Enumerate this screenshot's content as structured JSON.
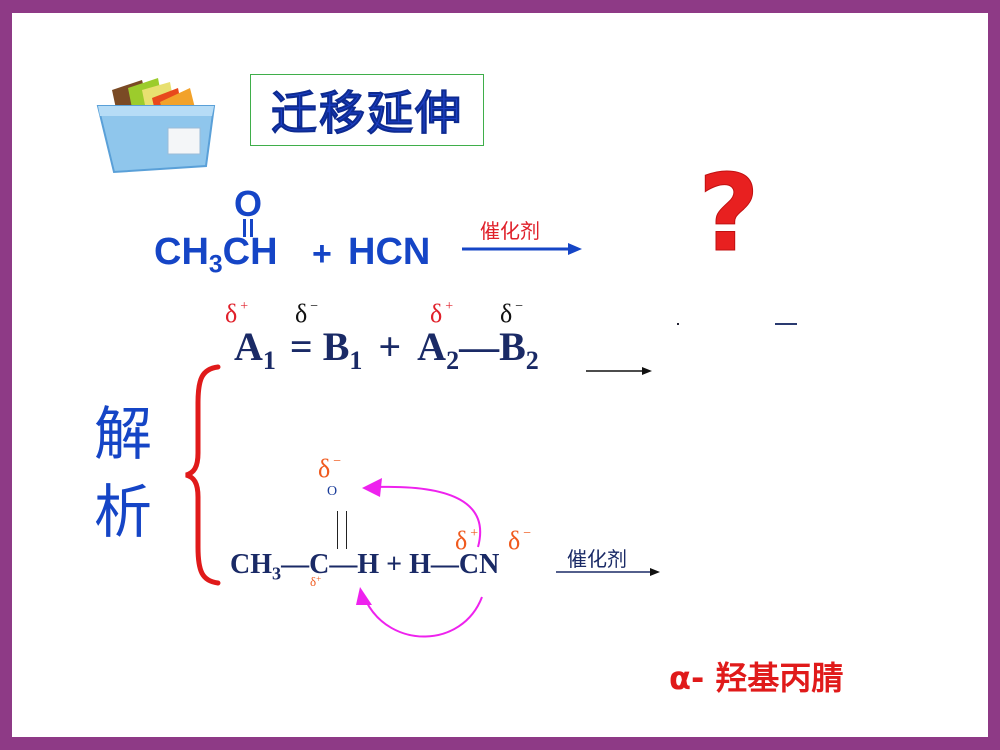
{
  "slide": {
    "title": "迁移延伸",
    "border_color": "#8e3a86",
    "icon": "file-box-icon"
  },
  "example_reaction": {
    "reactant1_prefix": "CH",
    "reactant1_sub": "3",
    "reactant1_suffix": "CH",
    "carbonyl_oxygen": "O",
    "plus": "+",
    "reactant2": "HCN",
    "catalyst": "催化剂",
    "product": "?"
  },
  "general_reaction": {
    "delta_plus": "δ",
    "delta_minus": "δ",
    "plus_sign": "+",
    "minus_sign": "−",
    "a1": "A",
    "a1_sub": "1",
    "double_bond": "=",
    "b1": "B",
    "b1_sub": "1",
    "plus": "+",
    "a2": "A",
    "a2_sub": "2",
    "single_bond": "—",
    "b2": "B",
    "b2_sub": "2"
  },
  "analysis": {
    "label_line1": "解",
    "label_line2": "析",
    "oxygen": "O",
    "ch3": "CH",
    "ch3_sub": "3",
    "bond": "—",
    "carbon": "C",
    "hydrogen": "H",
    "plus": "+",
    "h_cn_h": "H",
    "cn": "CN",
    "catalyst": "催化剂",
    "delta": "δ",
    "plus_sign": "+",
    "minus_sign": "−"
  },
  "product_name": "α- 羟基丙腈",
  "colors": {
    "blue_text": "#1545c6",
    "navy_text": "#1a2a66",
    "red_text": "#e0202a",
    "orange_delta": "#f05a1e",
    "magenta_arrow": "#ee22ee",
    "title_border": "#3fae4a"
  }
}
